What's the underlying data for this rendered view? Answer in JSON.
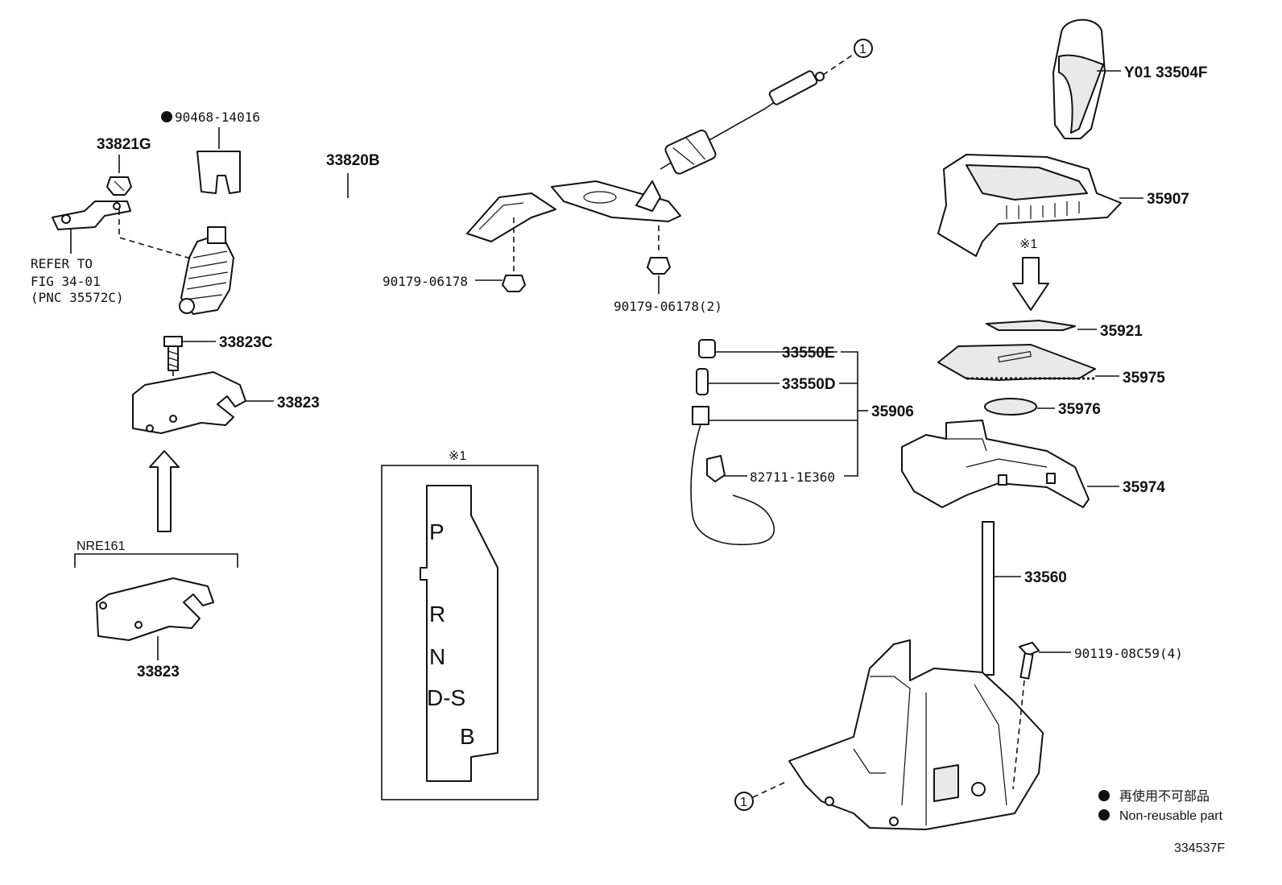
{
  "labels": {
    "p_33821g": "33821G",
    "p_90468": "90468-14016",
    "p_33820b": "33820B",
    "refer_1": "REFER TO",
    "refer_2": "FIG 34-01",
    "refer_3": "(PNC 35572C)",
    "p_33823c": "33823C",
    "p_33823_top": "33823",
    "p_nre161": "NRE161",
    "p_33823_bottom": "33823",
    "p_90179_a": "90179-06178",
    "p_90179_b": "90179-06178(2)",
    "callout_1": "1",
    "callout_1b": "1",
    "p_y01": "Y01 33504F",
    "p_35907": "35907",
    "note_mark": "※1",
    "p_35921": "35921",
    "p_35975": "35975",
    "p_35976": "35976",
    "p_35974": "35974",
    "p_33550e": "33550E",
    "p_33550d": "33550D",
    "p_35906": "35906",
    "p_82711": "82711-1E360",
    "p_33560": "33560",
    "p_90119": "90119-08C59(4)",
    "legend_jp": "再使用不可部品",
    "legend_en": "Non-reusable part",
    "fig_id": "334537F"
  },
  "gate_panel": {
    "title": "※1",
    "positions": [
      "P",
      "R",
      "N",
      "D-S",
      "B"
    ]
  }
}
